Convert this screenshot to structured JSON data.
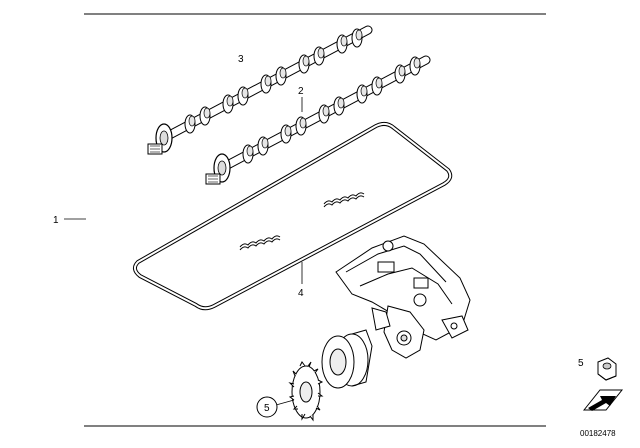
{
  "diagram": {
    "labels": {
      "assembly": "1",
      "exhaust_camshaft": "2",
      "intake_camshaft": "3",
      "cover_gasket": "4",
      "sprocket_circled": "5",
      "nut": "5"
    },
    "reference_number": "00182478"
  }
}
